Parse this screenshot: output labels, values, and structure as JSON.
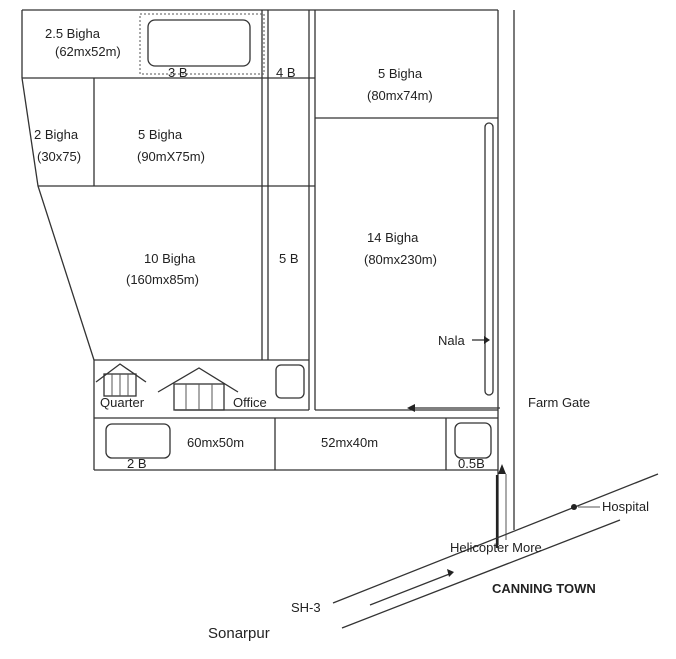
{
  "plots": {
    "plot_a": {
      "area": "2.5 Bigha",
      "dims": "(62mx52m)"
    },
    "plot_b": {
      "area": "3 B"
    },
    "plot_c": {
      "area": "4 B"
    },
    "plot_d": {
      "area": "5 Bigha",
      "dims": "(80mx74m)"
    },
    "plot_e": {
      "area": "2 Bigha",
      "dims": "(30x75)"
    },
    "plot_f": {
      "area": "5 Bigha",
      "dims": "(90mX75m)"
    },
    "plot_g": {
      "area": "10 Bigha",
      "dims": "(160mx85m)"
    },
    "plot_h": {
      "area": "5 B"
    },
    "plot_i": {
      "area": "14 Bigha",
      "dims": "(80mx230m)"
    },
    "plot_j": {
      "area": "60mx50m"
    },
    "plot_k": {
      "area": "52mx40m"
    },
    "plot_l": {
      "area": "2 B"
    },
    "plot_m": {
      "area": "0.5B"
    }
  },
  "labels": {
    "nala": "Nala",
    "quarter": "Quarter",
    "office": "Office",
    "farm_gate": "Farm Gate",
    "hospital": "Hospital",
    "helicopter_more": "Helicopter More",
    "sh3": "SH-3",
    "canning_town": "CANNING TOWN",
    "sonarpur": "Sonarpur"
  }
}
